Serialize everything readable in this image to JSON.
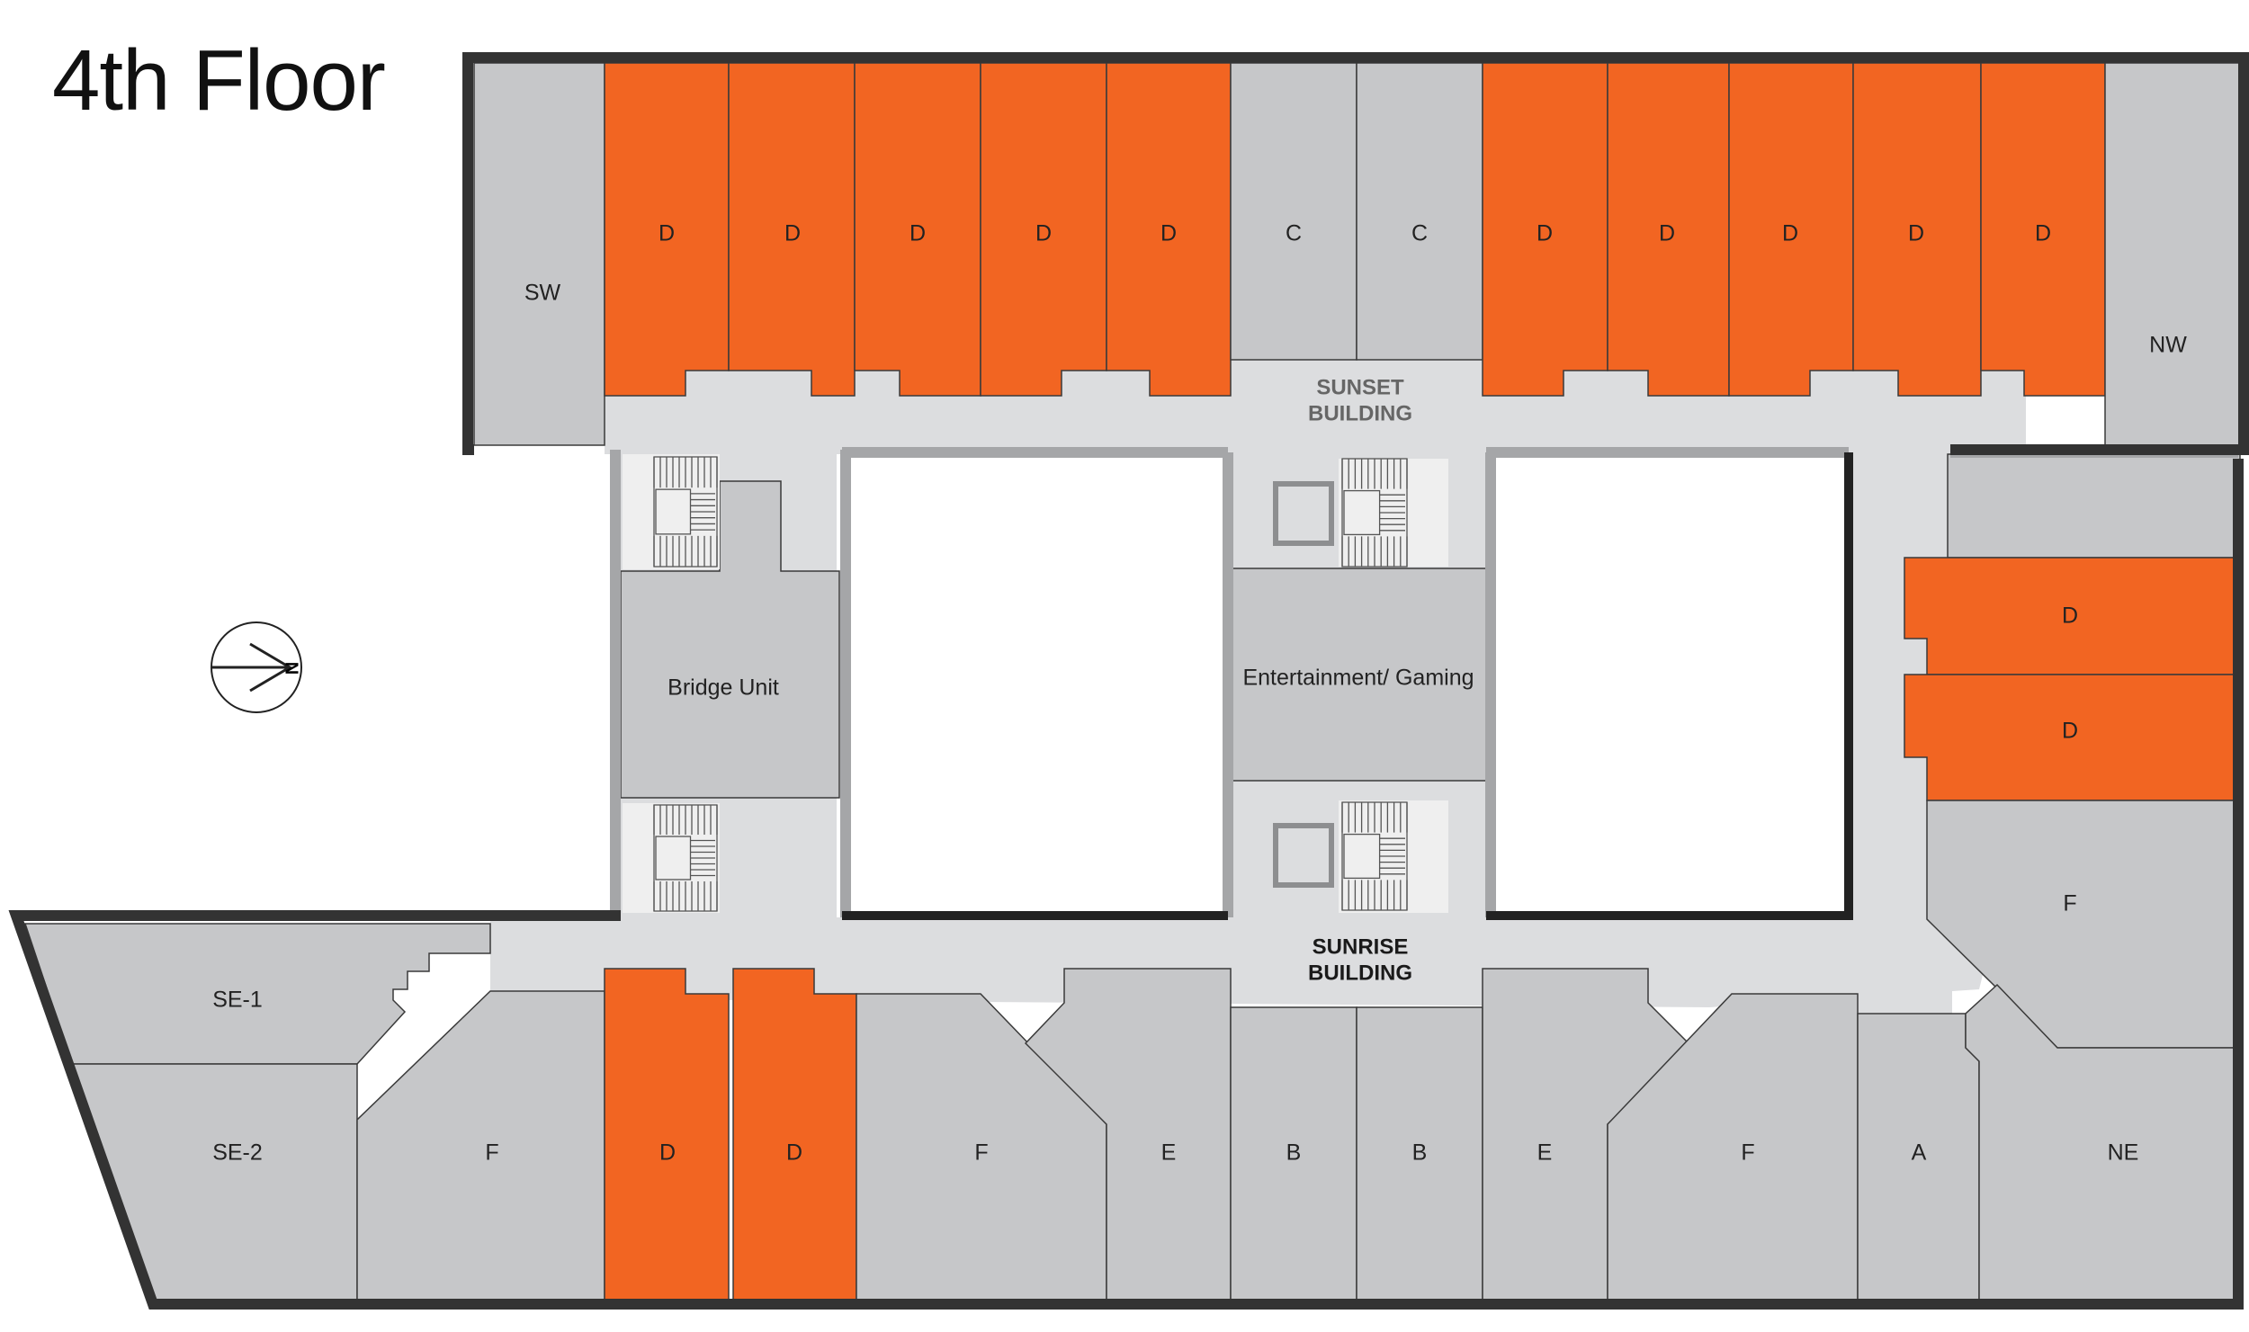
{
  "title": "4th Floor",
  "colors": {
    "available": "#f26522",
    "unit": "#c6c7c9",
    "corridor": "#dcdddf",
    "wall": "#333333"
  },
  "legend_icon": "north-arrow-icon",
  "north_label": "N",
  "buildings": {
    "sunset": [
      "SUNSET",
      "BUILDING"
    ],
    "sunrise": [
      "SUNRISE",
      "BUILDING"
    ],
    "sunset_color": "#666666",
    "sunrise_color": "#1a1a1a"
  },
  "amenities": {
    "bridge": "Bridge Unit",
    "entertainment": "Entertainment/ Gaming"
  },
  "units": {
    "sw": "SW",
    "nw": "NW",
    "ne": "NE",
    "se1": "SE-1",
    "se2": "SE-2",
    "top_row": [
      "D",
      "D",
      "D",
      "D",
      "D",
      "C",
      "C",
      "D",
      "D",
      "D",
      "D",
      "D"
    ],
    "right_column": [
      "D",
      "D",
      "F"
    ],
    "bottom_row": [
      "F",
      "D",
      "D",
      "F",
      "E",
      "B",
      "B",
      "E",
      "F",
      "A"
    ]
  }
}
